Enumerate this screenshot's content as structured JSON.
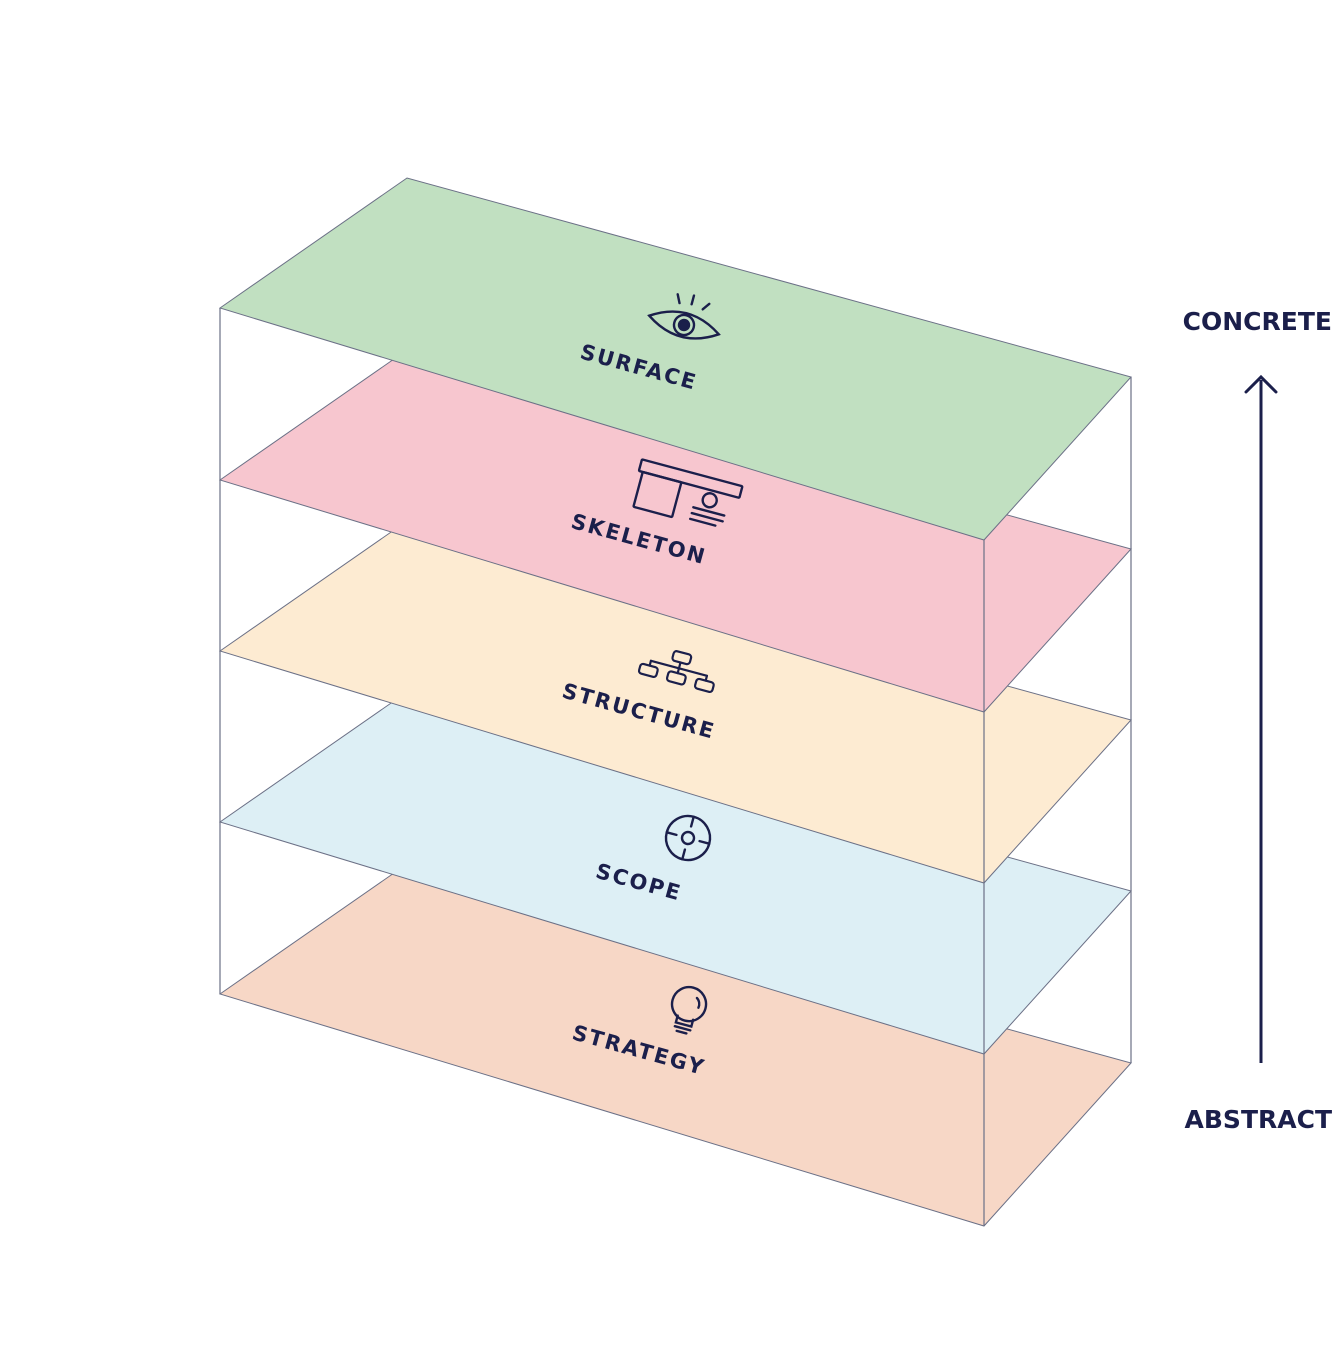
{
  "colors": {
    "ink": "#1b1f4b",
    "frame": "#6b7086",
    "surface": "#c1e0c1",
    "skeleton": "#f7c6cf",
    "structure": "#fdebd2",
    "scope": "#ddeff5",
    "strategy": "#f7d7c6"
  },
  "axis": {
    "top_label": "CONCRETE",
    "bottom_label": "ABSTRACT"
  },
  "layers": [
    {
      "label": "STRATEGY",
      "icon": "lightbulb-icon",
      "color_key": "strategy"
    },
    {
      "label": "SCOPE",
      "icon": "target-icon",
      "color_key": "scope"
    },
    {
      "label": "STRUCTURE",
      "icon": "hierarchy-icon",
      "color_key": "structure"
    },
    {
      "label": "SKELETON",
      "icon": "wireframe-icon",
      "color_key": "skeleton"
    },
    {
      "label": "SURFACE",
      "icon": "eye-icon",
      "color_key": "surface"
    }
  ]
}
